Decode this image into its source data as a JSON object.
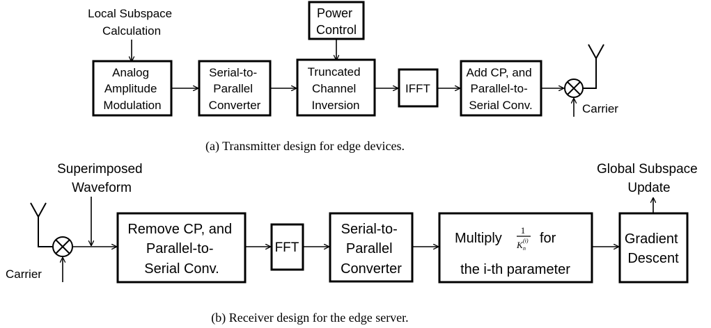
{
  "transmitter": {
    "input_label": [
      "Local Subspace",
      "Calculation"
    ],
    "power_control": [
      "Power",
      "Control"
    ],
    "blocks": [
      {
        "id": "analog-amplitude-modulation",
        "lines": [
          "Analog",
          "Amplitude",
          "Modulation"
        ]
      },
      {
        "id": "serial-to-parallel-converter",
        "lines": [
          "Serial-to-",
          "Parallel",
          "Converter"
        ]
      },
      {
        "id": "truncated-channel-inversion",
        "lines": [
          "Truncated",
          "Channel",
          "Inversion"
        ]
      },
      {
        "id": "ifft",
        "lines": [
          "IFFT"
        ]
      },
      {
        "id": "add-cp-parallel-to-serial",
        "lines": [
          "Add CP, and",
          "Parallel-to-",
          "Serial Conv."
        ]
      }
    ],
    "carrier_label": "Carrier",
    "caption": "(a) Transmitter design for edge devices."
  },
  "receiver": {
    "input_label": [
      "Superimposed",
      "Waveform"
    ],
    "carrier_label": "Carrier",
    "blocks": [
      {
        "id": "remove-cp-parallel-to-serial",
        "lines": [
          "Remove CP, and",
          "Parallel-to-",
          "Serial Conv."
        ]
      },
      {
        "id": "fft",
        "lines": [
          "FFT"
        ]
      },
      {
        "id": "serial-to-parallel-converter",
        "lines": [
          "Serial-to-",
          "Parallel",
          "Converter"
        ]
      },
      {
        "id": "multiply-block",
        "lines": [
          "Multiply",
          "for",
          "the i-th parameter"
        ]
      },
      {
        "id": "gradient-descent",
        "lines": [
          "Gradient",
          "Descent"
        ]
      }
    ],
    "fraction": {
      "numerator": "1",
      "denominator_base": "K",
      "denominator_sub": "n",
      "denominator_sup": "(i)"
    },
    "output_label": [
      "Global Subspace",
      "Update"
    ],
    "caption": "(b) Receiver design for the edge server."
  }
}
